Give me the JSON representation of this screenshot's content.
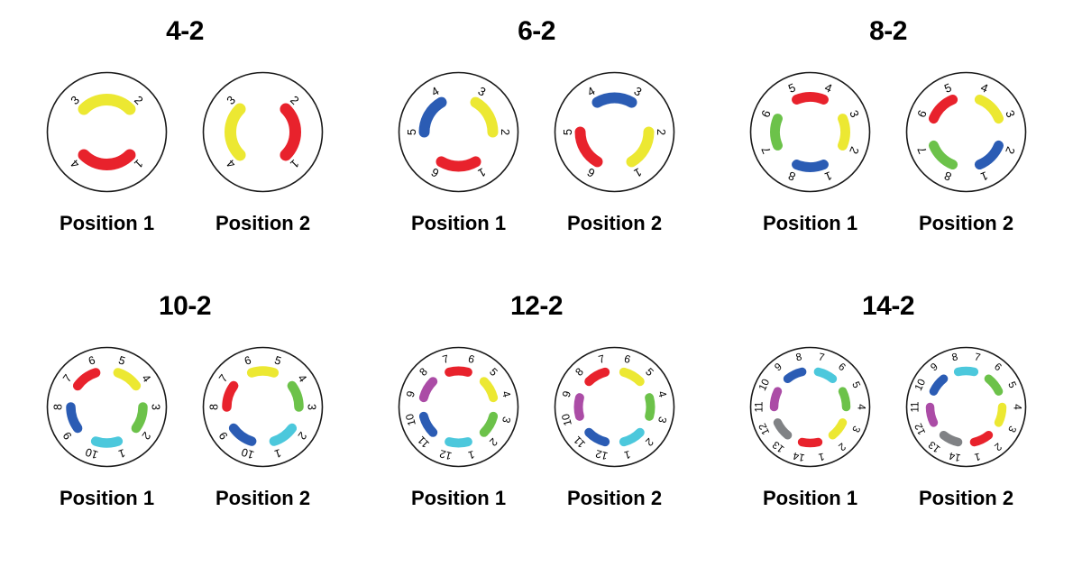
{
  "figure": {
    "background": "#ffffff",
    "panel_count": 6
  },
  "palette": {
    "red": "#e8222c",
    "yellow": "#ece832",
    "blue": "#2b5cb4",
    "green": "#6cc24a",
    "cyan": "#4cc8dc",
    "purple": "#ab4ca6",
    "gray": "#808285",
    "outline": "#1a1a1a",
    "text": "#000000"
  },
  "labels": {
    "position_1": "Position 1",
    "position_2": "Position 2"
  },
  "panels": [
    {
      "id": "panel-4-2",
      "title": "4-2",
      "n": 4,
      "numbers": [
        "1",
        "2",
        "3",
        "4"
      ],
      "dials": [
        {
          "name": "Position 1",
          "arcs": [
            {
              "color": "yellow",
              "from": 3,
              "to": 2
            },
            {
              "color": "red",
              "from": 4,
              "to": 1
            }
          ]
        },
        {
          "name": "Position 2",
          "arcs": [
            {
              "color": "yellow",
              "from": 4,
              "to": 3
            },
            {
              "color": "red",
              "from": 1,
              "to": 2
            }
          ]
        }
      ]
    },
    {
      "id": "panel-6-2",
      "title": "6-2",
      "n": 6,
      "numbers": [
        "1",
        "2",
        "3",
        "4",
        "5",
        "6"
      ],
      "dials": [
        {
          "name": "Position 1",
          "arcs": [
            {
              "color": "yellow",
              "from": 3,
              "to": 2
            },
            {
              "color": "blue",
              "from": 4,
              "to": 5
            },
            {
              "color": "red",
              "from": 6,
              "to": 1
            }
          ]
        },
        {
          "name": "Position 2",
          "arcs": [
            {
              "color": "blue",
              "from": 4,
              "to": 3
            },
            {
              "color": "yellow",
              "from": 2,
              "to": 1
            },
            {
              "color": "red",
              "from": 5,
              "to": 6
            }
          ]
        }
      ]
    },
    {
      "id": "panel-8-2",
      "title": "8-2",
      "n": 8,
      "numbers": [
        "1",
        "2",
        "3",
        "4",
        "5",
        "6",
        "7",
        "8"
      ],
      "dials": [
        {
          "name": "Position 1",
          "arcs": [
            {
              "color": "yellow",
              "from": 3,
              "to": 2
            },
            {
              "color": "red",
              "from": 5,
              "to": 4
            },
            {
              "color": "green",
              "from": 7,
              "to": 6
            },
            {
              "color": "blue",
              "from": 1,
              "to": 8
            }
          ]
        },
        {
          "name": "Position 2",
          "arcs": [
            {
              "color": "yellow",
              "from": 4,
              "to": 3
            },
            {
              "color": "red",
              "from": 6,
              "to": 5
            },
            {
              "color": "green",
              "from": 8,
              "to": 7
            },
            {
              "color": "blue",
              "from": 2,
              "to": 1
            }
          ]
        }
      ]
    },
    {
      "id": "panel-10-2",
      "title": "10-2",
      "n": 10,
      "numbers": [
        "1",
        "2",
        "3",
        "4",
        "5",
        "6",
        "7",
        "8",
        "9",
        "10"
      ],
      "dials": [
        {
          "name": "Position 1",
          "arcs": [
            {
              "color": "yellow",
              "from": 5,
              "to": 4
            },
            {
              "color": "green",
              "from": 3,
              "to": 2
            },
            {
              "color": "cyan",
              "from": 1,
              "to": 10
            },
            {
              "color": "blue",
              "from": 9,
              "to": 8
            },
            {
              "color": "red",
              "from": 7,
              "to": 6
            }
          ]
        },
        {
          "name": "Position 2",
          "arcs": [
            {
              "color": "yellow",
              "from": 6,
              "to": 5
            },
            {
              "color": "green",
              "from": 4,
              "to": 3
            },
            {
              "color": "cyan",
              "from": 2,
              "to": 1
            },
            {
              "color": "blue",
              "from": 10,
              "to": 9
            },
            {
              "color": "red",
              "from": 8,
              "to": 7
            }
          ]
        }
      ]
    },
    {
      "id": "panel-12-2",
      "title": "12-2",
      "n": 12,
      "numbers": [
        "1",
        "2",
        "3",
        "4",
        "5",
        "6",
        "7",
        "8",
        "9",
        "10",
        "11",
        "12"
      ],
      "dials": [
        {
          "name": "Position 1",
          "arcs": [
            {
              "color": "red",
              "from": 7,
              "to": 6
            },
            {
              "color": "yellow",
              "from": 5,
              "to": 4
            },
            {
              "color": "green",
              "from": 3,
              "to": 2
            },
            {
              "color": "cyan",
              "from": 1,
              "to": 12
            },
            {
              "color": "blue",
              "from": 11,
              "to": 10
            },
            {
              "color": "purple",
              "from": 9,
              "to": 8
            }
          ]
        },
        {
          "name": "Position 2",
          "arcs": [
            {
              "color": "red",
              "from": 8,
              "to": 7
            },
            {
              "color": "yellow",
              "from": 6,
              "to": 5
            },
            {
              "color": "green",
              "from": 4,
              "to": 3
            },
            {
              "color": "cyan",
              "from": 2,
              "to": 1
            },
            {
              "color": "blue",
              "from": 12,
              "to": 11
            },
            {
              "color": "purple",
              "from": 10,
              "to": 9
            }
          ]
        }
      ]
    },
    {
      "id": "panel-14-2",
      "title": "14-2",
      "n": 14,
      "numbers": [
        "1",
        "2",
        "3",
        "4",
        "5",
        "6",
        "7",
        "8",
        "9",
        "10",
        "11",
        "12",
        "13",
        "14"
      ],
      "dials": [
        {
          "name": "Position 1",
          "arcs": [
            {
              "color": "cyan",
              "from": 7,
              "to": 6
            },
            {
              "color": "green",
              "from": 5,
              "to": 4
            },
            {
              "color": "yellow",
              "from": 3,
              "to": 2
            },
            {
              "color": "red",
              "from": 1,
              "to": 14
            },
            {
              "color": "gray",
              "from": 13,
              "to": 12
            },
            {
              "color": "purple",
              "from": 11,
              "to": 10
            },
            {
              "color": "blue",
              "from": 9,
              "to": 8
            }
          ]
        },
        {
          "name": "Position 2",
          "arcs": [
            {
              "color": "cyan",
              "from": 8,
              "to": 7
            },
            {
              "color": "green",
              "from": 6,
              "to": 5
            },
            {
              "color": "yellow",
              "from": 4,
              "to": 3
            },
            {
              "color": "red",
              "from": 2,
              "to": 1
            },
            {
              "color": "gray",
              "from": 14,
              "to": 13
            },
            {
              "color": "purple",
              "from": 12,
              "to": 11
            },
            {
              "color": "blue",
              "from": 10,
              "to": 9
            }
          ]
        }
      ]
    }
  ]
}
